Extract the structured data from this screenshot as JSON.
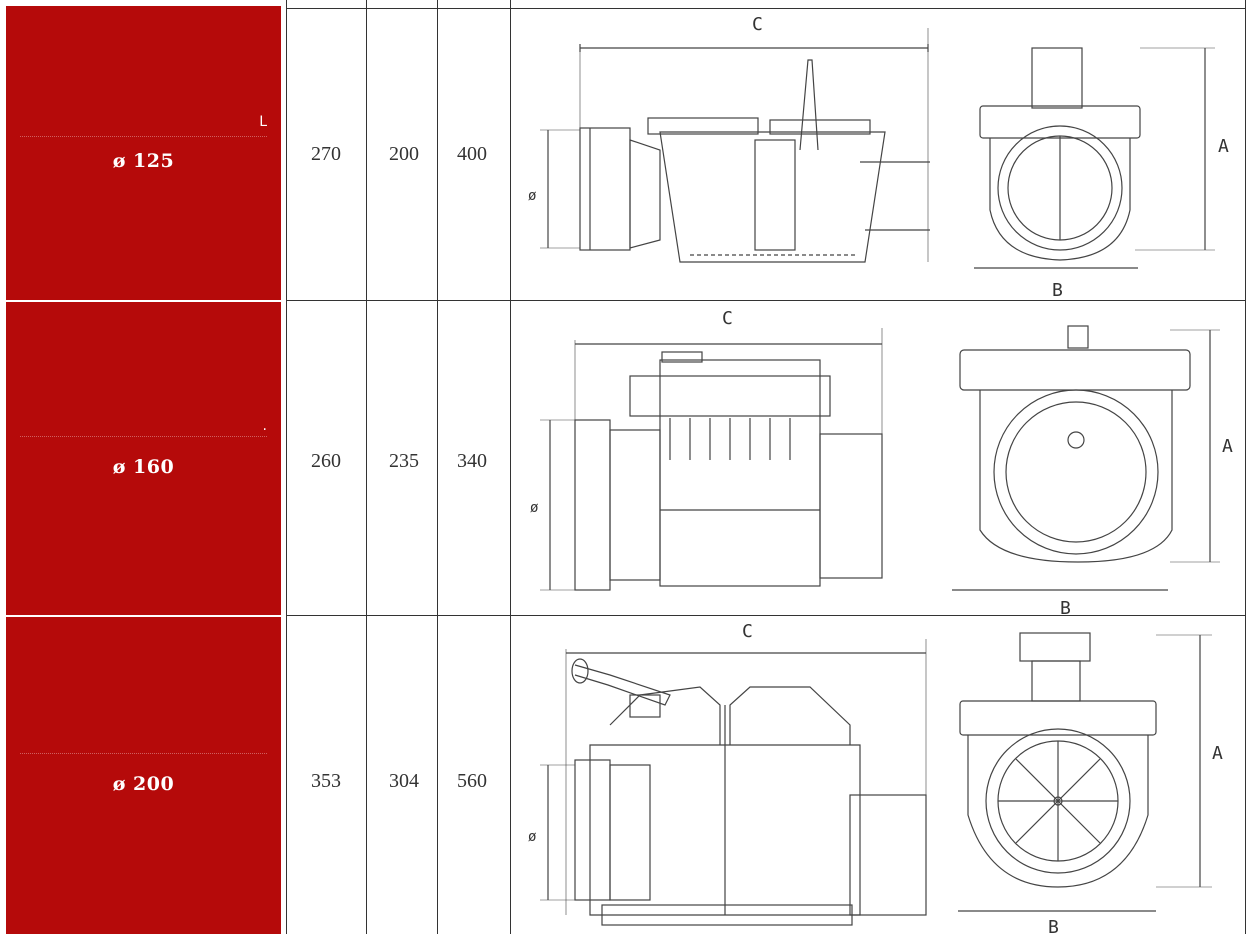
{
  "rows": [
    {
      "diameter": "ø 125",
      "corner_mark": "L",
      "dim1": "270",
      "dim2": "200",
      "dim3": "400"
    },
    {
      "diameter": "ø 160",
      "corner_mark": ".",
      "dim1": "260",
      "dim2": "235",
      "dim3": "340"
    },
    {
      "diameter": "ø 200",
      "corner_mark": "",
      "dim1": "353",
      "dim2": "304",
      "dim3": "560"
    }
  ],
  "dimension_labels": {
    "a": "A",
    "b": "B",
    "c": "C",
    "diam": "ø"
  },
  "colors": {
    "header_cell": "#b50a0a",
    "grid": "#333333",
    "drawing": "#444444"
  }
}
